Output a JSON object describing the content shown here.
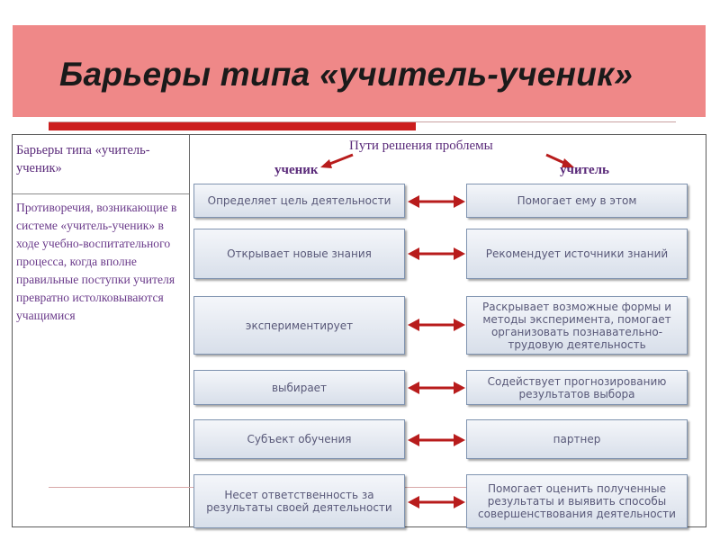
{
  "title": "Барьеры типа «учитель-ученик»",
  "left_column": {
    "header": "Барьеры типа «учитель-ученик»",
    "description": "Противоречия, возникающие в системе «учитель-ученик» в ходе учебно-воспитательного процесса, когда вполне правильные поступки учителя превратно истолковываются учащимися"
  },
  "right_header": {
    "title": "Пути решения проблемы",
    "student_label": "ученик",
    "teacher_label": "учитель"
  },
  "rows": [
    {
      "student": "Определяет цель деятельности",
      "teacher": "Помогает ему в этом"
    },
    {
      "student": "Открывает новые знания",
      "teacher": "Рекомендует источники знаний"
    },
    {
      "student": "экспериментирует",
      "teacher": "Раскрывает возможные формы и методы эксперимента, помогает организовать познавательно-трудовую деятельность"
    },
    {
      "student": "выбирает",
      "teacher": "Содействует прогнозированию результатов выбора"
    },
    {
      "student": "Субъект обучения",
      "teacher": "партнер"
    },
    {
      "student": "Несет ответственность за результаты своей деятельности",
      "teacher": "Помогает оценить полученные результаты и выявить способы совершенствования деятельности"
    }
  ],
  "colors": {
    "banner": "#ef8888",
    "accent_bar": "#cc1e1e",
    "arrow": "#b81c1c",
    "text_purple": "#5a2a7a"
  }
}
